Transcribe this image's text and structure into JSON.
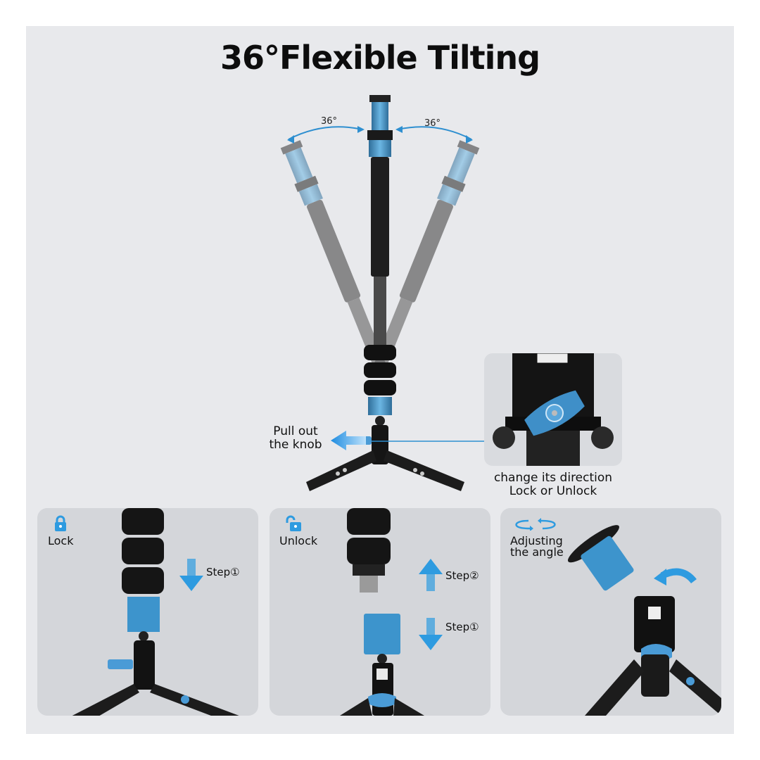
{
  "title": "36°Flexible Tilting",
  "hero": {
    "angle_left": "36°",
    "angle_right": "36°",
    "pull_caption_line1": "Pull out",
    "pull_caption_line2": "the knob",
    "inset_caption_line1": "change its direction",
    "inset_caption_line2": "Lock or Unlock"
  },
  "panels": [
    {
      "icon": "lock-icon",
      "label": "Lock",
      "steps": [
        {
          "label": "Step①",
          "direction": "down"
        }
      ]
    },
    {
      "icon": "unlock-icon",
      "label": "Unlock",
      "steps": [
        {
          "label": "Step②",
          "direction": "up"
        },
        {
          "label": "Step①",
          "direction": "down"
        }
      ]
    },
    {
      "icon": "rotate-icon",
      "label_line1": "Adjusting",
      "label_line2": "the angle"
    }
  ],
  "colors": {
    "accent_blue": "#2e9be0",
    "metal_blue": "#4a90c0",
    "background": "#e8e9ec",
    "panel_bg": "#d4d6da",
    "text": "#111111"
  }
}
